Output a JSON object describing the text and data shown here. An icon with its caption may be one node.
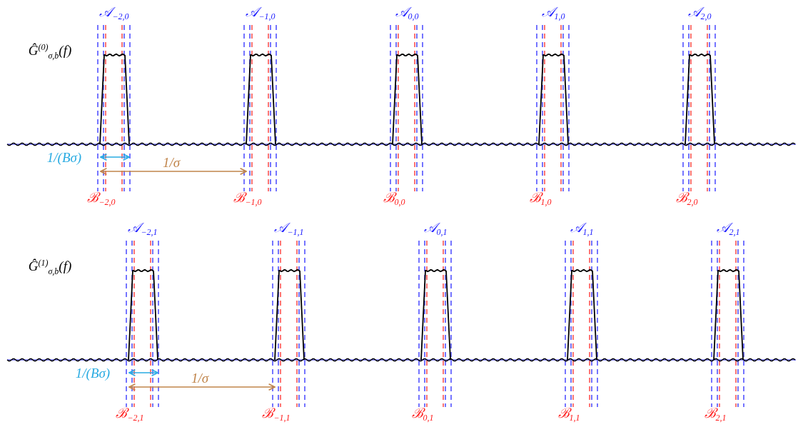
{
  "diagram": {
    "labels": [
      "𝒜$_{−2,0}$",
      "𝒜$_{−1,0}$",
      "𝒜$_{0,0}$",
      "𝒜$_{1,0}$",
      "𝒜$_{2,0}$",
      "Ĝ$^{(0)}$$_{σ,b}$(f)",
      "1/(Bσ)",
      "1/σ",
      "ℬ$_{−2,0}$",
      "ℬ$_{−1,0}$",
      "ℬ$_{0,0}$",
      "ℬ$_{1,0}$",
      "ℬ$_{2,0}$",
      "𝒜$_{−2,1}$",
      "𝒜$_{−1,1}$",
      "𝒜$_{0,1}$",
      "𝒜$_{1,1}$",
      "𝒜$_{2,1}$",
      "Ĝ$^{(1)}$$_{σ,b}$(f)",
      "1/(Bσ)",
      "1/σ",
      "ℬ$_{−2,1}$",
      "ℬ$_{−1,1}$",
      "ℬ$_{0,1}$",
      "ℬ$_{1,1}$",
      "ℬ$_{2,1}$"
    ]
  }
}
